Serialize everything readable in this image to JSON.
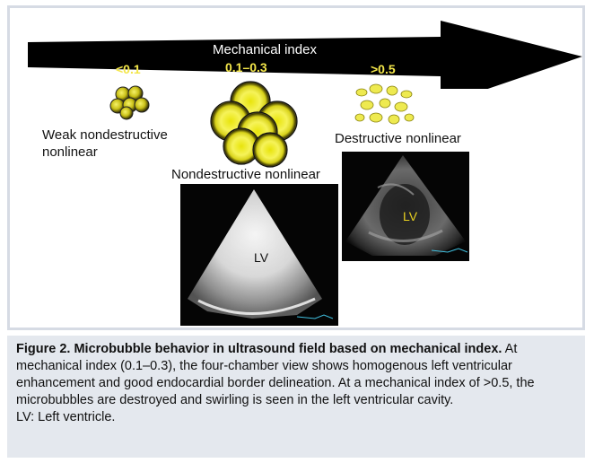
{
  "figure": {
    "arrow_title": "Mechanical index",
    "mi_low": "<0.1",
    "mi_mid": "0.1–0.3",
    "mi_high": ">0.5",
    "label_weak_line1": "Weak nondestructive",
    "label_weak_line2": "nonlinear",
    "label_nondestructive": "Nondestructive nonlinear",
    "label_destructive": "Destructive nonlinear",
    "lv_left": "LV",
    "lv_right": "LV",
    "colors": {
      "arrow": "#000000",
      "mi_values": "#f3e64a",
      "bubble_fill": "#f1ec2a",
      "caption_bg": "#e4e8ee"
    }
  },
  "caption": {
    "title": "Figure 2. Microbubble behavior in ultrasound field based on mechanical index.",
    "body": " At mechanical index (0.1–0.3), the four-chamber view shows homogenous left ventricular enhancement and good endocardial border delineation. At a mechanical index of >0.5, the microbubbles are destroyed and swirling is seen in the left ventricular cavity.",
    "abbrev": "LV: Left ventricle."
  }
}
